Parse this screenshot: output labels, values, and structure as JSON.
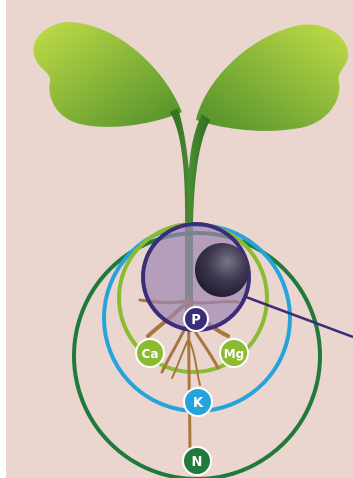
{
  "colors": {
    "background": "#ebd6cf",
    "stem": "#3d7a2a",
    "leaf_light": "#b6d63a",
    "leaf_dark": "#5f9a2e",
    "root": "#a8773f",
    "seed": "#3b3548",
    "n_ring": "#1f7a3c",
    "k_ring": "#27a3dc",
    "ca_mg_ring": "#8bbb31",
    "p_zone_fill": "#9e86b3",
    "p_zone_stroke": "#3b2d78",
    "pointer_line": "#3b2d78"
  },
  "nutrients": [
    {
      "symbol": "P",
      "color": "#3b2d78"
    },
    {
      "symbol": "Ca",
      "color": "#8bbb31"
    },
    {
      "symbol": "Mg",
      "color": "#8bbb31"
    },
    {
      "symbol": "K",
      "color": "#27a3dc"
    },
    {
      "symbol": "N",
      "color": "#1f7a3c"
    }
  ]
}
